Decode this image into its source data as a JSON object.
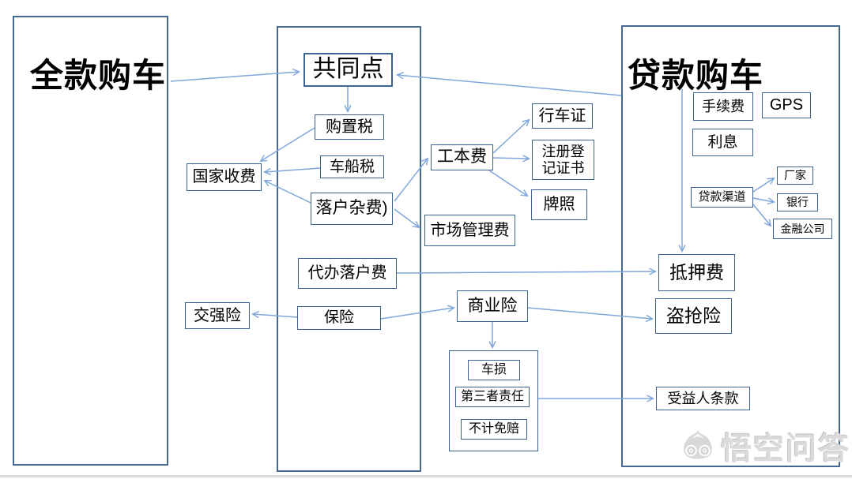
{
  "panels": {
    "full_payment": {
      "title": "全款购车"
    },
    "loan": {
      "title": "贷款购车"
    }
  },
  "nodes": {
    "common_points": {
      "label": "共同点"
    },
    "purchase_tax": {
      "label": "购置税"
    },
    "vehicle_vessel_tax": {
      "label": "车船税"
    },
    "registration_misc_fee": {
      "label": "落户杂费)"
    },
    "state_fees": {
      "label": "国家收费"
    },
    "document_fee": {
      "label": "工本费"
    },
    "driving_permit": {
      "label": "行车证"
    },
    "registration_certificate": {
      "label": "注册登\n记证书"
    },
    "license_plate": {
      "label": "牌照"
    },
    "market_management_fee": {
      "label": "市场管理费"
    },
    "agency_registration_fee": {
      "label": "代办落户费"
    },
    "compulsory_insurance": {
      "label": "交强险"
    },
    "insurance": {
      "label": "保险"
    },
    "commercial_insurance": {
      "label": "商业险"
    },
    "vehicle_damage": {
      "label": "车损"
    },
    "third_party_liability": {
      "label": "第三者责任"
    },
    "no_deductible": {
      "label": "不计免赔"
    },
    "beneficiary_clause": {
      "label": "受益人条款"
    },
    "service_fee": {
      "label": "手续费"
    },
    "gps": {
      "label": "GPS"
    },
    "interest": {
      "label": "利息"
    },
    "loan_channels": {
      "label": "贷款渠道"
    },
    "manufacturer": {
      "label": "厂家"
    },
    "bank": {
      "label": "银行"
    },
    "finance_company": {
      "label": "金融公司"
    },
    "mortgage_fee": {
      "label": "抵押费"
    },
    "theft_insurance": {
      "label": "盗抢险"
    }
  },
  "watermark": {
    "text": "悟空问答"
  },
  "colors": {
    "box_border": "#3e6493",
    "panel_border": "#44688f",
    "arrow": "#7fa7db",
    "watermark_gray": "#dadada",
    "bottom_rule": "#d9d9d9"
  }
}
